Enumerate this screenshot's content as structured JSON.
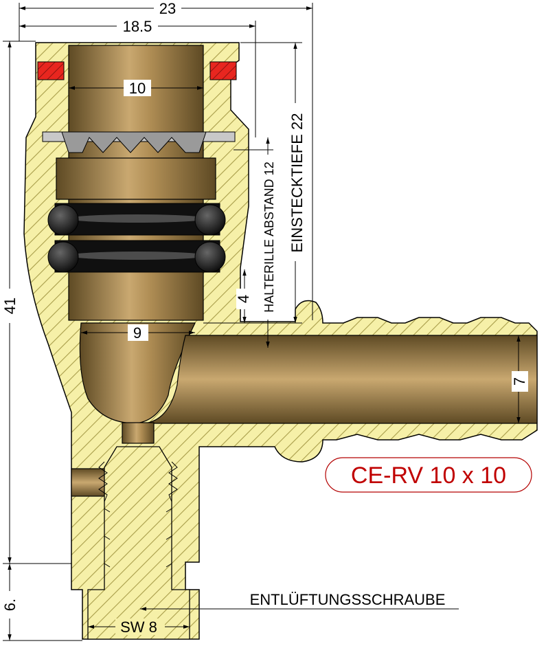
{
  "dimensions": {
    "overall_width": "23",
    "top_width": "18.5",
    "bore_top": "10",
    "bore_bottom": "9",
    "total_height": "41",
    "lower_height": "6.",
    "insertion_depth": "EINSTECKTIEFE 22",
    "retaining_groove": "HALTERILLE ABSTAND 12",
    "small_offset": "4",
    "outlet_bore": "7"
  },
  "labels": {
    "product": "CE-RV 10 x 10",
    "vent_screw": "ENTLÜFTUNGSSCHRAUBE",
    "wrench_size": "SW 8"
  },
  "colors": {
    "hatch_bg": "#f6f0a8",
    "hatch_line": "#a89d4a",
    "brass_dark": "#5e4a24",
    "brass_light": "#c9a870",
    "seal_red": "#e8261f",
    "label_red": "#c00000"
  }
}
